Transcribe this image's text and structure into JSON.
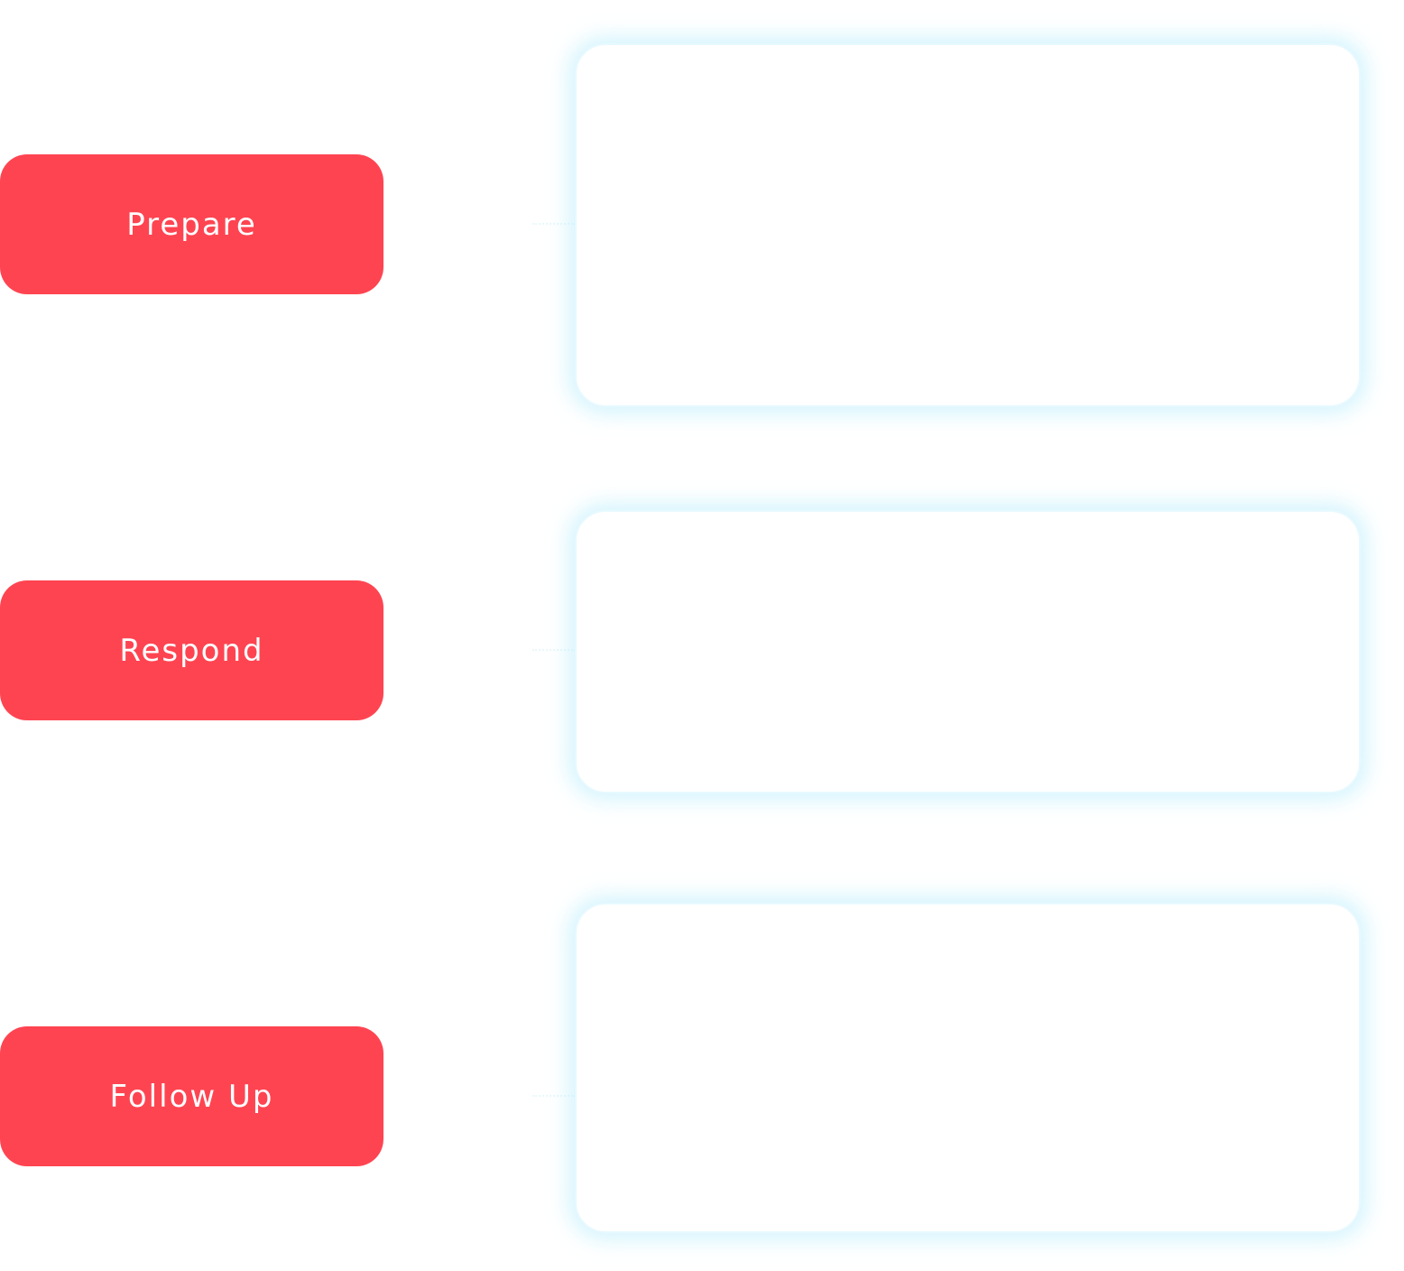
{
  "colors": {
    "step_fill": "#ff4451",
    "step_text": "#ffffff",
    "card_glow": "#b4ecfc",
    "card_fill": "#ffffff"
  },
  "steps": [
    {
      "label": "Prepare"
    },
    {
      "label": "Respond"
    },
    {
      "label": "Follow Up"
    }
  ]
}
